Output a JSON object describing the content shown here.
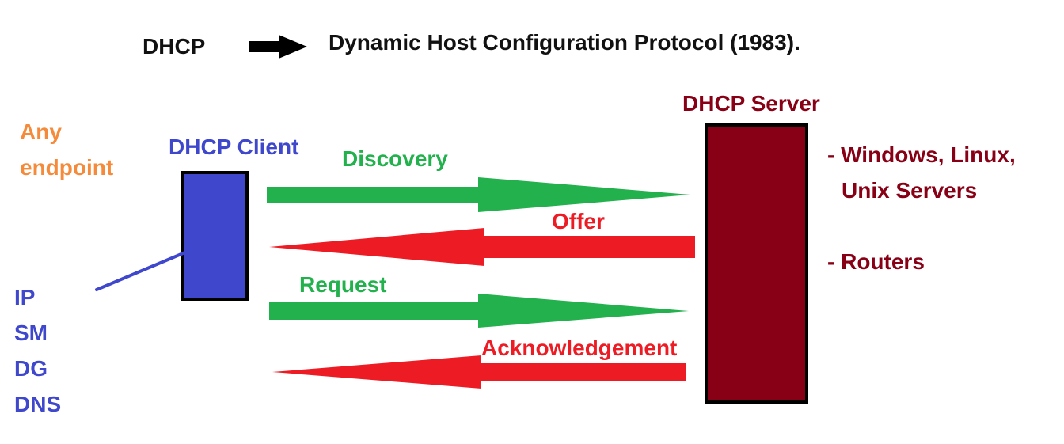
{
  "header": {
    "acronym": "DHCP",
    "expansion": "Dynamic Host Configuration Protocol (1983)."
  },
  "client": {
    "any_endpoint": [
      "Any",
      "endpoint"
    ],
    "title": "DHCP Client",
    "params": [
      "IP",
      "SM",
      "DG",
      "DNS"
    ]
  },
  "server": {
    "title": "DHCP Server",
    "types": [
      "- Windows, Linux,",
      "Unix Servers",
      "- Routers"
    ]
  },
  "messages": [
    "Discovery",
    "Offer",
    "Request",
    "Acknowledgement"
  ],
  "colors": {
    "client": "#3f48cc",
    "server": "#880015",
    "to_server": "#22b14c",
    "to_client": "#ed1c24",
    "endpoint_label": "#f58a3a"
  }
}
